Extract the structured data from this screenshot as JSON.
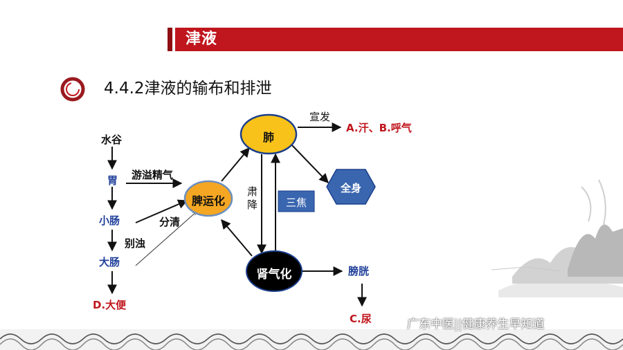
{
  "header": {
    "title": "津液",
    "band_color": "#c0161d"
  },
  "section": {
    "title": "4.4.2津液的输布和排泄"
  },
  "diagram": {
    "left_chain": {
      "shuigu": "水谷",
      "wei": "胃",
      "xiaochang": "小肠",
      "dachang": "大肠",
      "dabian": "D.大便"
    },
    "edge_labels": {
      "youyi": "游溢精气",
      "fenqing": "分清",
      "biezhuo": "别浊",
      "xuanfa": "宣发",
      "sujiang": "肃降"
    },
    "nodes": {
      "pi": "脾运化",
      "fei": "肺",
      "shen": "肾气化",
      "quanshen": "全身",
      "sanjiao": "三焦"
    },
    "outputs": {
      "han_huqi": "A.汗、B.呼气",
      "pangguang": "膀胱",
      "niao": "C.尿"
    }
  },
  "watermark": {
    "text": "广东中医||健康养生早知道",
    "icon": "wechat-icon"
  },
  "colors": {
    "accent_red": "#c0161d",
    "node_orange": "#f5a623",
    "node_yellow": "#f8c21a",
    "node_black": "#000000",
    "node_blue": "#3a66b0",
    "label_blue": "#1f3f9a"
  }
}
